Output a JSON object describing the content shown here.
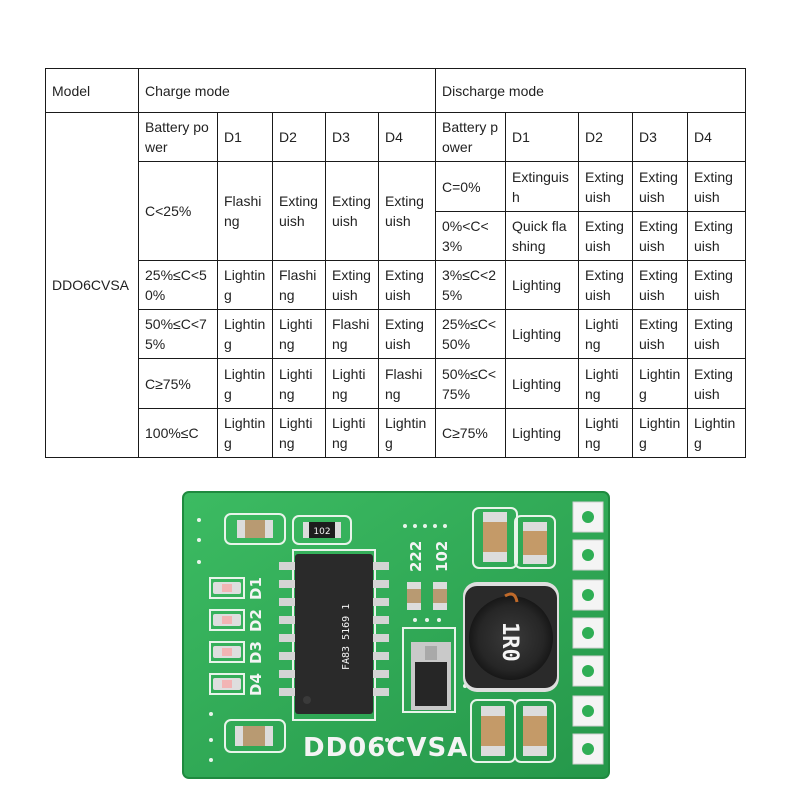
{
  "table": {
    "header": {
      "model": "Model",
      "charge_mode": "Charge mode",
      "discharge_mode": "Discharge mode"
    },
    "model_name": "DDO6CVSA",
    "subheader": {
      "battery_power": "Battery power",
      "d1": "D1",
      "d2": "D2",
      "d3": "D3",
      "d4": "D4"
    },
    "charge_rows": [
      {
        "battery": "C<25%",
        "d1": "Flashing",
        "d2": "Extinguish",
        "d3": "Extinguish",
        "d4": "Extinguish"
      },
      {
        "battery": "25%≤C<50%",
        "d1": "Lighting",
        "d2": "Flashing",
        "d3": "Extinguish",
        "d4": "Extinguish"
      },
      {
        "battery": "50%≤C<75%",
        "d1": "Lighting",
        "d2": "Lighting",
        "d3": "Flashing",
        "d4": "Extinguish"
      },
      {
        "battery": "C≥75%",
        "d1": "Lighting",
        "d2": "Lighting",
        "d3": "Lighting",
        "d4": "Flashing"
      },
      {
        "battery": "100%≤C",
        "d1": "Lighting",
        "d2": "Lighting",
        "d3": "Lighting",
        "d4": "Lighting"
      }
    ],
    "discharge_rows": [
      {
        "battery": "C=0%",
        "d1": "Extinguish",
        "d2": "Extinguish",
        "d3": "Extinguish",
        "d4": "Extinguish"
      },
      {
        "battery": "0%<C<3%",
        "d1": "Quick flashing",
        "d2": "Extinguish",
        "d3": "Extinguish",
        "d4": "Extinguish"
      },
      {
        "battery": "3%≤C<25%",
        "d1": "Lighting",
        "d2": "Extinguish",
        "d3": "Extinguish",
        "d4": "Extinguish"
      },
      {
        "battery": "25%≤C<50%",
        "d1": "Lighting",
        "d2": "Lighting",
        "d3": "Extinguish",
        "d4": "Extinguish"
      },
      {
        "battery": "50%≤C<75%",
        "d1": "Lighting",
        "d2": "Lighting",
        "d3": "Lighting",
        "d4": "Extinguish"
      },
      {
        "battery": "C≥75%",
        "d1": "Lighting",
        "d2": "Lighting",
        "d3": "Lighting",
        "d4": "Lighting"
      }
    ]
  },
  "board": {
    "silkscreen": {
      "name": "DD06CVSA",
      "d1": "D1",
      "d2": "D2",
      "d3": "D3",
      "d4": "D4",
      "label_222": "222",
      "label_102": "102",
      "resistor": "102",
      "chip": "FA83 5169 1",
      "inductor": "1R0"
    },
    "colors": {
      "pcb": "#2fae55",
      "pcb_edge": "#1f8a3f",
      "chip": "#2a2a2a",
      "pad": "#d8d8d8"
    }
  }
}
